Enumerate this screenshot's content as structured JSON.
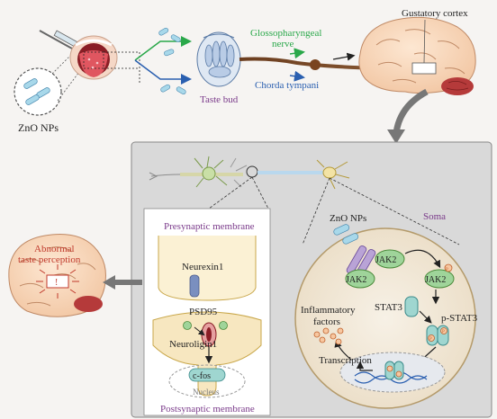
{
  "labels": {
    "zno_nps": "ZnO NPs",
    "taste_bud": "Taste bud",
    "glossopharyngeal_line1": "Glossopharyngeal",
    "glossopharyngeal_line2": "nerve",
    "chorda_tympani": "Chorda tympani",
    "gustatory_cortex": "Gustatory cortex",
    "abnormal_line1": "Abnormal",
    "abnormal_line2": "taste perception",
    "abnormal_mark": "!",
    "presynaptic_membrane": "Presynaptic membrane",
    "neurexin1": "Neurexin1",
    "psd95": "PSD95",
    "neuroligin1": "Neuroligin1",
    "cfos": "c-fos",
    "nucleus": "Nucleus",
    "postsynaptic_membrane": "Postsynaptic membrane",
    "zno_nps_soma": "ZnO NPs",
    "soma": "Soma",
    "jak2_a": "JAK2",
    "jak2_b": "JAK2",
    "jak2_c": "JAK2",
    "stat3": "STAT3",
    "p_stat3": "p-STAT3",
    "inflammatory_line1": "Inflammatory",
    "inflammatory_line2": "factors",
    "transcription": "Transcription",
    "p_mark_1": "P",
    "p_mark_2": "P",
    "p_mark_3": "P"
  },
  "colors": {
    "glossopharyngeal": "#2aa84a",
    "chorda_tympani": "#2a5fb0",
    "soma_label": "#7a3a8a",
    "presynaptic_label": "#7a3a8a",
    "postsynaptic_label": "#7a3a8a",
    "taste_bud_label": "#7a3a8a",
    "abnormal_label": "#c0392b",
    "jak2_fill": "#9fd49a",
    "stat3_fill": "#9fd6d0",
    "nanoparticle_fill": "#a8d8ea"
  }
}
